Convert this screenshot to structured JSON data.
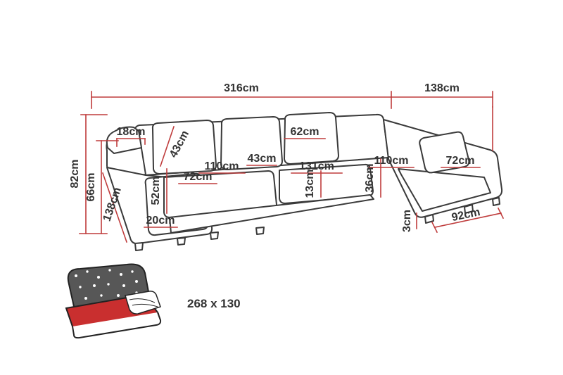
{
  "diagram": {
    "type": "sofa-dimension-diagram",
    "unit": "cm"
  },
  "measurements": {
    "width_total": "316cm",
    "depth_right": "138cm",
    "height_total": "82cm",
    "height_seat_back": "66cm",
    "armrest_top_width": "18cm",
    "back_cushion_height": "43cm",
    "back_cushion_width": "62cm",
    "seat_left_width": "110cm",
    "seat_corner_width": "43cm",
    "seat_middle_width": "131cm",
    "seat_right_width": "110cm",
    "chaise_right_seat_width": "72cm",
    "chaise_left_seat_depth": "72cm",
    "armrest_height": "52cm",
    "cushion_thickness": "13cm",
    "seat_height_right": "36cm",
    "chaise_left_length": "138cm",
    "base_height": "20cm",
    "leg_height": "3cm",
    "chaise_right_depth": "92cm"
  },
  "sleeper": {
    "size": "268 x 130"
  },
  "colors": {
    "dimension": "#bf3c3c",
    "outline": "#3a3a3a",
    "text": "#333333",
    "mattress": "#c92f2f",
    "blanket": "#575757"
  }
}
